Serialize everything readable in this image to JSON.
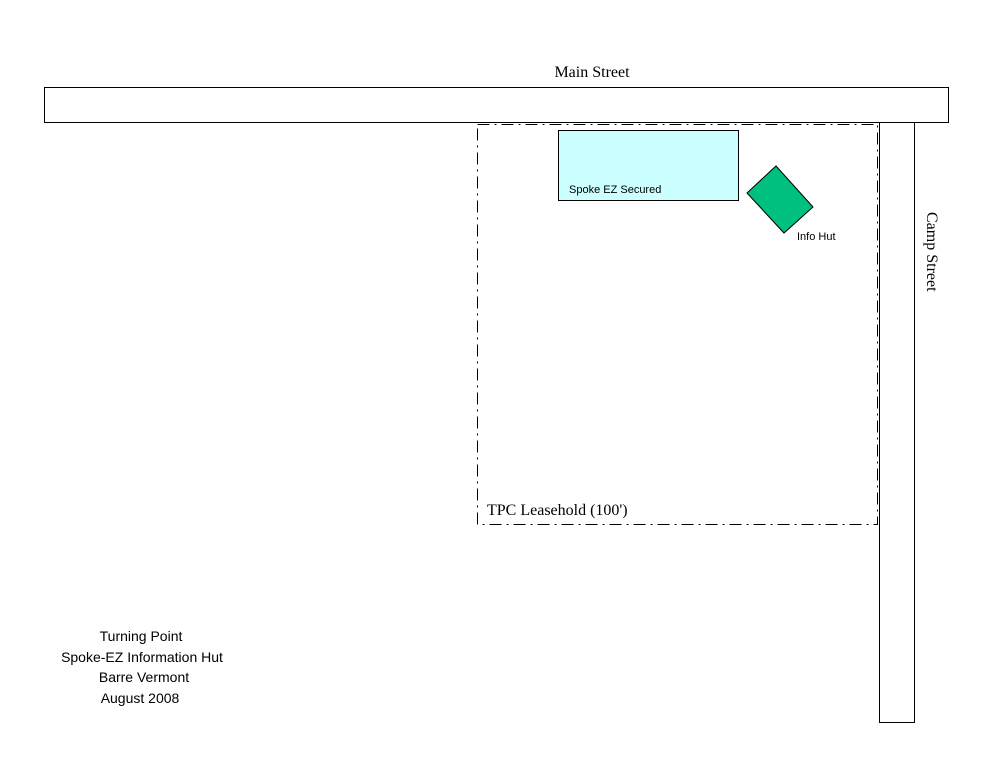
{
  "streets": {
    "main": "Main Street",
    "camp": "Camp Street"
  },
  "leasehold": {
    "label": "TPC Leasehold (100')"
  },
  "structures": {
    "spoke_ez": {
      "label": "Spoke EZ Secured",
      "color": "#ccffff"
    },
    "info_hut": {
      "label": "Info Hut",
      "color": "#00c080"
    }
  },
  "caption": {
    "line1": "Turning Point",
    "line2": "Spoke-EZ Information Hut",
    "line3": "Barre Vermont",
    "line4": "August 2008"
  }
}
